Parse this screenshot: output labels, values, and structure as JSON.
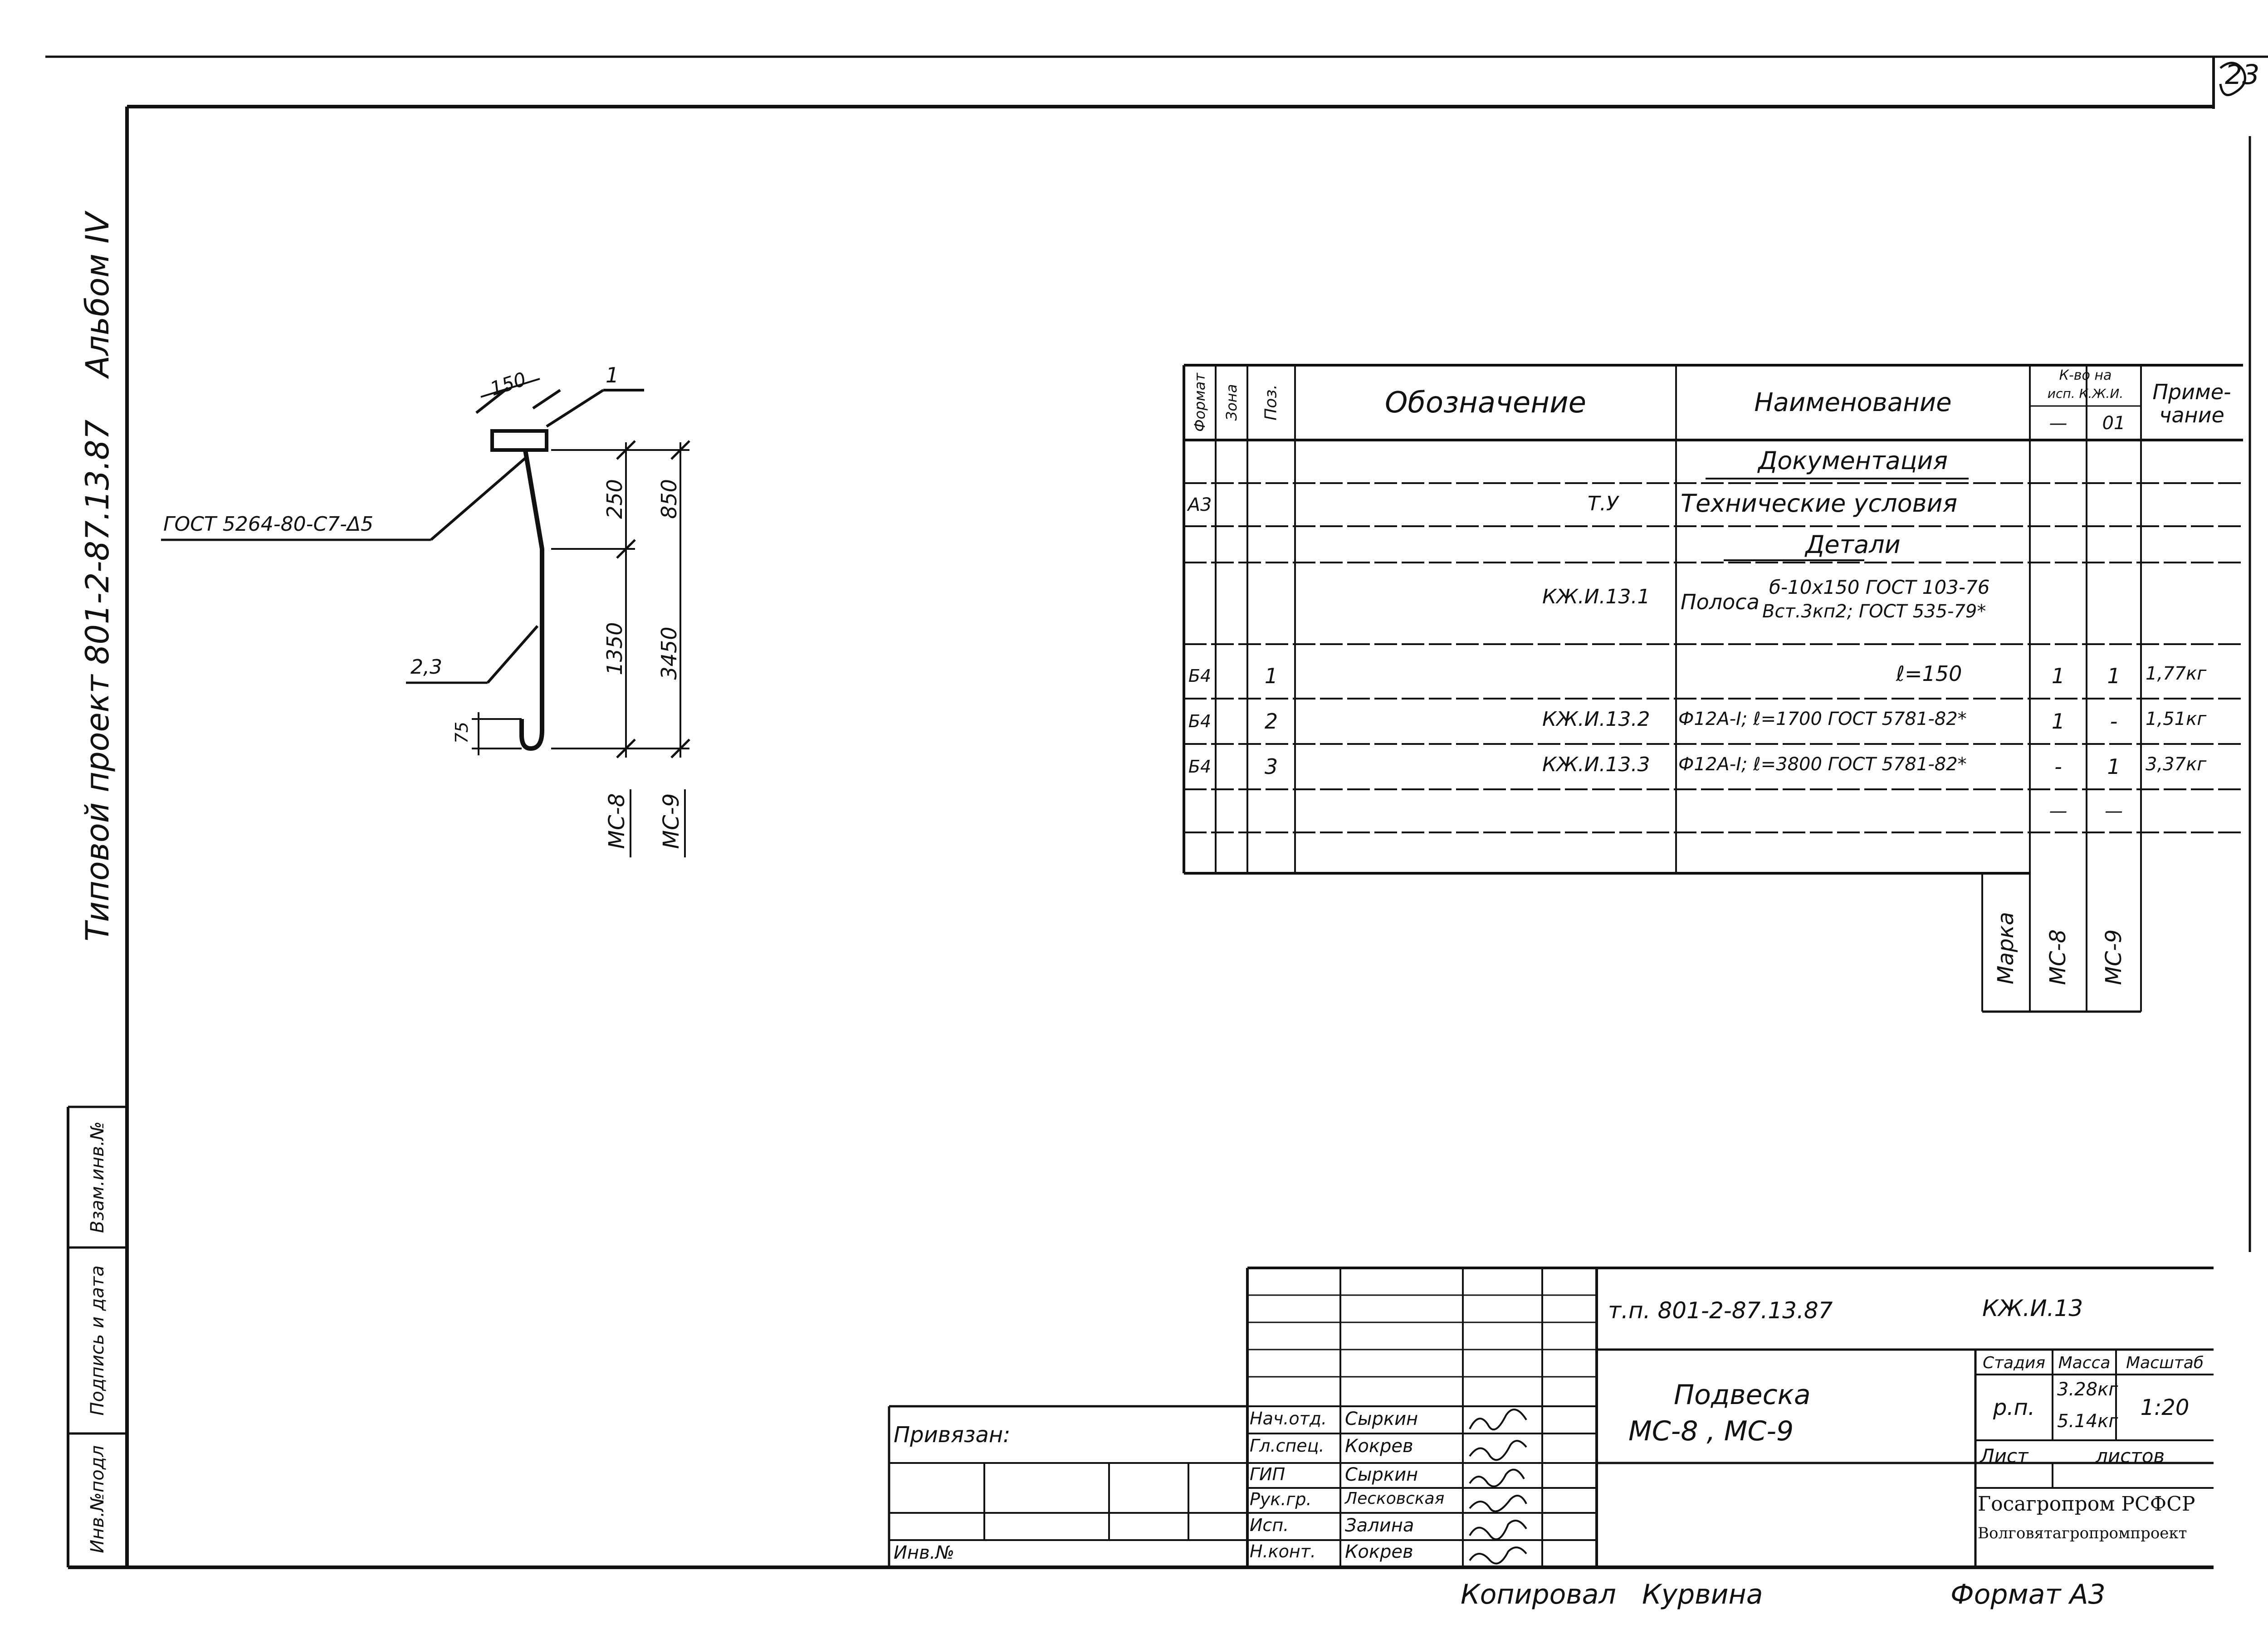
{
  "page_number": "23",
  "album": "Альбом IV",
  "project": "Типовой проект 801-2-87.13.87",
  "side_strip": {
    "inv_podl": "Инв.№подл",
    "sign_date": "Подпись и дата",
    "vzam_inv": "Взам.инв.№"
  },
  "drawing": {
    "pos1": "1",
    "pos23": "2,3",
    "dim_150": "150",
    "dim_250": "250",
    "dim_850": "850",
    "dim_1350": "1350",
    "dim_3450": "3450",
    "dim_75": "75",
    "weld_note": "ГОСТ 5264-80-С7-Δ5",
    "mark_mc8": "МС-8",
    "mark_mc9": "МС-9"
  },
  "spec": {
    "headers": {
      "format": "Формат",
      "zone": "Зона",
      "pos": "Поз.",
      "designation": "Обозначение",
      "name": "Наименование",
      "qty_top": "К-во на",
      "qty_mid": "исп. К.Ж.И.",
      "qty_a": "—",
      "qty_b": "01",
      "note": "Приме-чание"
    },
    "section_doc": "Документация",
    "row_tu": {
      "format": "А3",
      "designation": "Т.У",
      "name": "Технические условия"
    },
    "section_parts": "Детали",
    "row_strip": {
      "designation": "КЖ.И.13.1",
      "name_prefix": "Полоса",
      "name_line1": "б-10х150 ГОСТ 103-76",
      "name_line2": "Вст.3кп2; ГОСТ 535-79*"
    },
    "rows": [
      {
        "format": "Б4",
        "pos": "1",
        "designation": "",
        "name": "ℓ=150",
        "qa": "1",
        "qb": "1",
        "note": "1,77кг"
      },
      {
        "format": "Б4",
        "pos": "2",
        "designation": "КЖ.И.13.2",
        "name": "Ф12А-I; ℓ=1700 ГОСТ 5781-82*",
        "qa": "1",
        "qb": "-",
        "note": "1,51кг"
      },
      {
        "format": "Б4",
        "pos": "3",
        "designation": "КЖ.И.13.3",
        "name": "Ф12А-I; ℓ=3800 ГОСТ 5781-82*",
        "qa": "-",
        "qb": "1",
        "note": "3,37кг"
      }
    ],
    "dash_a": "—",
    "dash_b": "—",
    "marka": "Марка",
    "marka_a": "МС-8",
    "marka_b": "МС-9"
  },
  "title_block": {
    "code": "т.п. 801-2-87.13.87",
    "sheet_code": "КЖ.И.13",
    "title_line1": "Подвеска",
    "title_line2": "МС-8 , МС-9",
    "privyazan": "Привязан:",
    "inv_no": "Инв.№",
    "roles": [
      "Нач.отд.",
      "Гл.спец.",
      "ГИП",
      "Рук.гр.",
      "Исп.",
      "Н.конт."
    ],
    "names": [
      "Сыркин",
      "Кокрев",
      "Сыркин",
      "Лесковская",
      "Залина",
      "Кокрев"
    ],
    "stage_h": "Стадия",
    "mass_h": "Масса",
    "scale_h": "Масштаб",
    "stage": "р.п.",
    "mass1": "3.28кг",
    "mass2": "5.14кг",
    "scale": "1:20",
    "sheet_h": "Лист",
    "sheets_h": "листов",
    "org1": "Госагропром РСФСР",
    "org2": "Волговятагропромпроект"
  },
  "footer": {
    "copied": "Копировал",
    "copier": "Курвина",
    "format_label": "Формат А3"
  }
}
